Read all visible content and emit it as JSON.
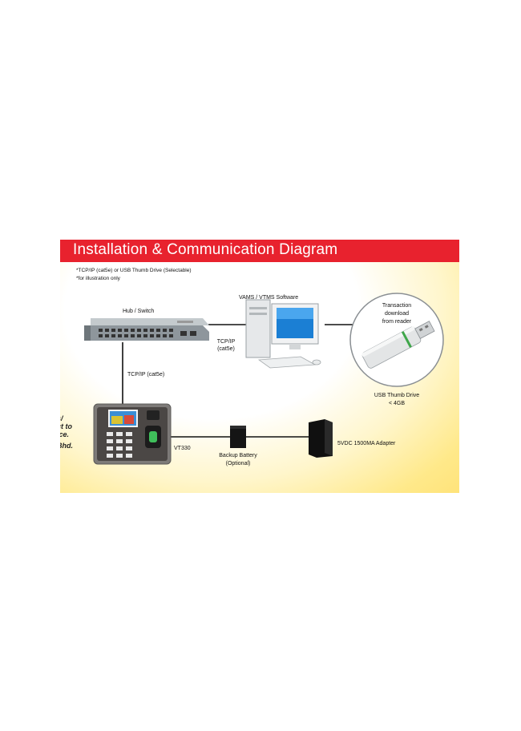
{
  "title": "Installation & Communication Diagram",
  "notes": [
    "*TCP/IP (cat5e) or USB Thumb Drive (Selectable)",
    "*for illustration only"
  ],
  "labels": {
    "hub": "Hub / Switch",
    "software": "VAMS / VTMS  Software",
    "tcp_pc_1": "TCP/IP",
    "tcp_pc_2": "(cat5e)",
    "tcp_hub": "TCP/IP (cat5e)",
    "transaction_1": "Transaction",
    "transaction_2": "download",
    "transaction_3": "from reader",
    "usb_1": "USB Thumb Drive",
    "usb_2": "< 4GB",
    "device": "VT330",
    "battery_1": "Backup Battery",
    "battery_2": "(Optional)",
    "adapter": "5VDC 1500MA Adapter"
  },
  "side_text": [
    "s/",
    "ct to",
    "ice.",
    "Bhd."
  ],
  "colors": {
    "title_bar": "#e8222e",
    "background_glow": "#ffe37a",
    "usb_accent": "#3fa64a"
  },
  "icons": [
    "hub-switch-icon",
    "desktop-pc-icon",
    "usb-drive-icon",
    "terminal-device-icon",
    "battery-icon",
    "adapter-icon"
  ]
}
